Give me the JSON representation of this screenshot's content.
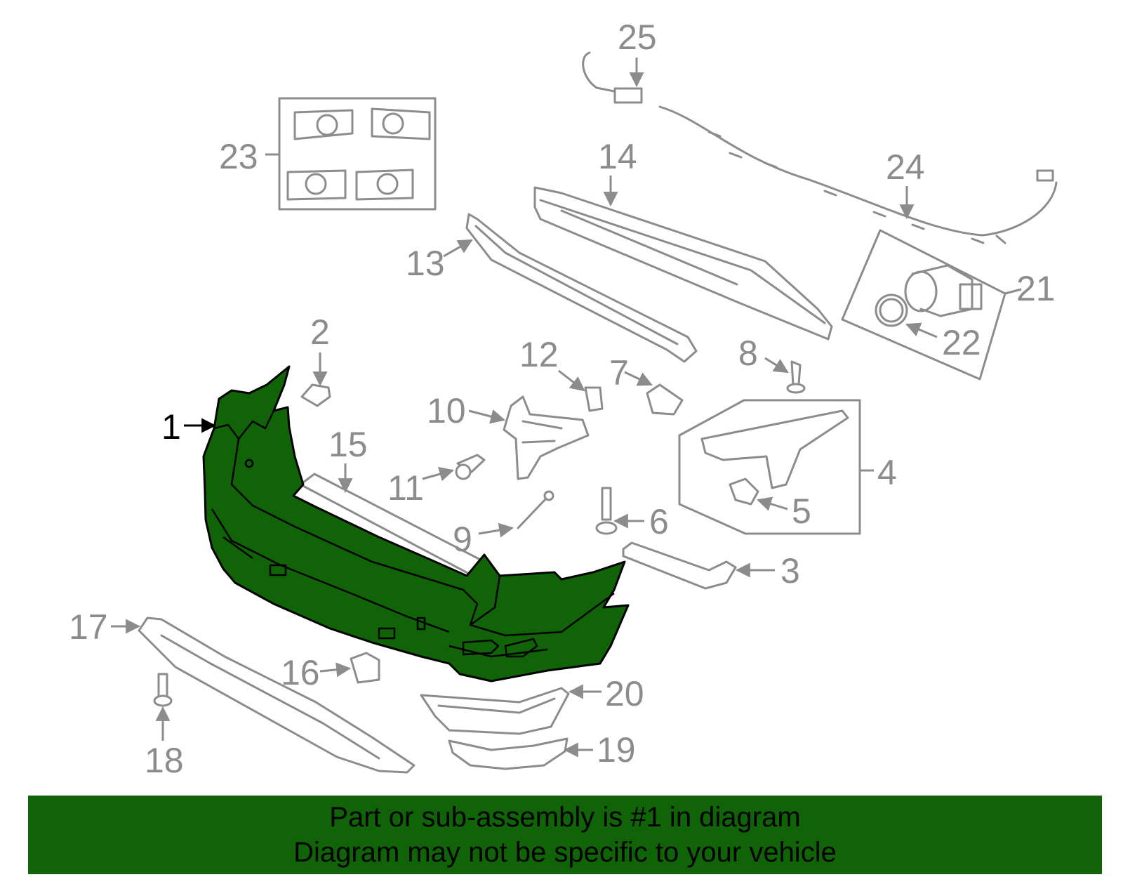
{
  "diagram": {
    "callouts": [
      "1",
      "2",
      "3",
      "4",
      "5",
      "6",
      "7",
      "8",
      "9",
      "10",
      "11",
      "12",
      "13",
      "14",
      "15",
      "16",
      "17",
      "18",
      "19",
      "20",
      "21",
      "22",
      "23",
      "24",
      "25"
    ],
    "highlighted_part": "1",
    "colors": {
      "highlight": "#116307",
      "lines": "#8c8c8c",
      "banner": "#116307"
    }
  },
  "banner": {
    "line1": "Part or sub-assembly is #1 in diagram",
    "line2": "Diagram may not be specific to your vehicle"
  }
}
